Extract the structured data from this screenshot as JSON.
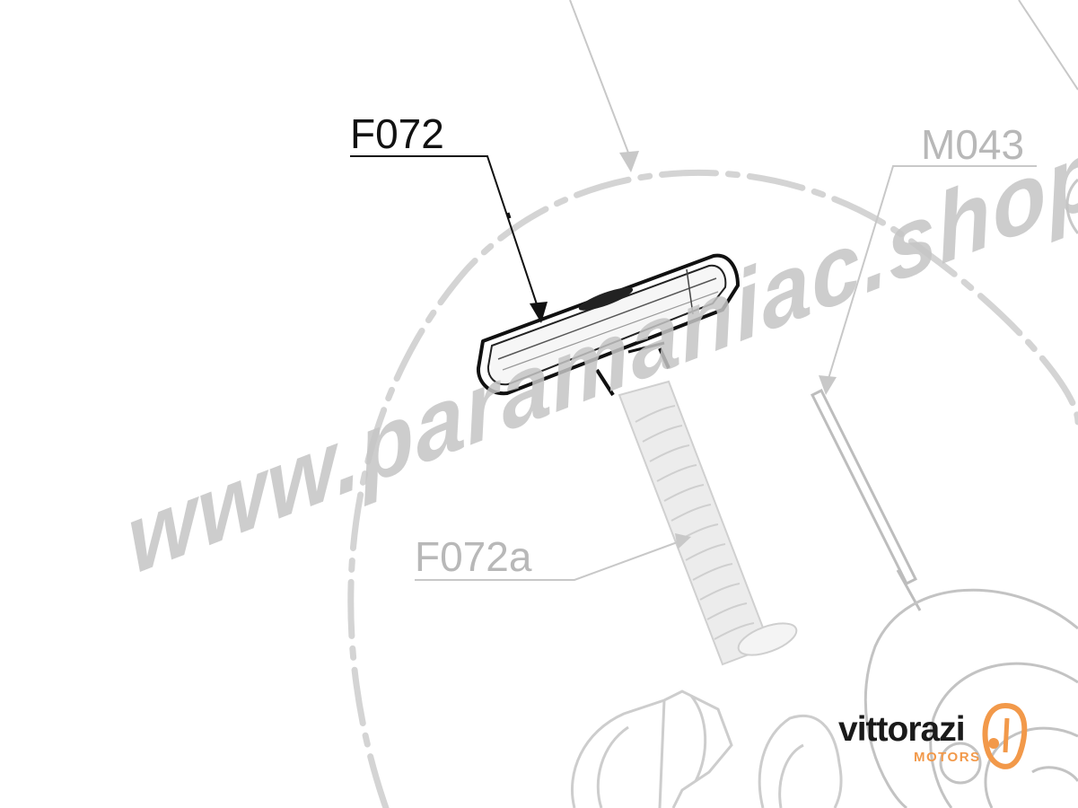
{
  "callouts": {
    "main": "F072",
    "shaft": "F072a",
    "ghost": "M043"
  },
  "watermark": "www.paramaniac.shop",
  "brand": {
    "name": "vittorazi",
    "sub": "MOTORS",
    "accent_color": "#f2994a",
    "text_color": "#1a1a1a"
  },
  "colors": {
    "primary_line": "#111111",
    "ghost_line": "#c8c8c8",
    "ghost_text": "#b5b5b5",
    "watermark": "#c4c4c4"
  }
}
